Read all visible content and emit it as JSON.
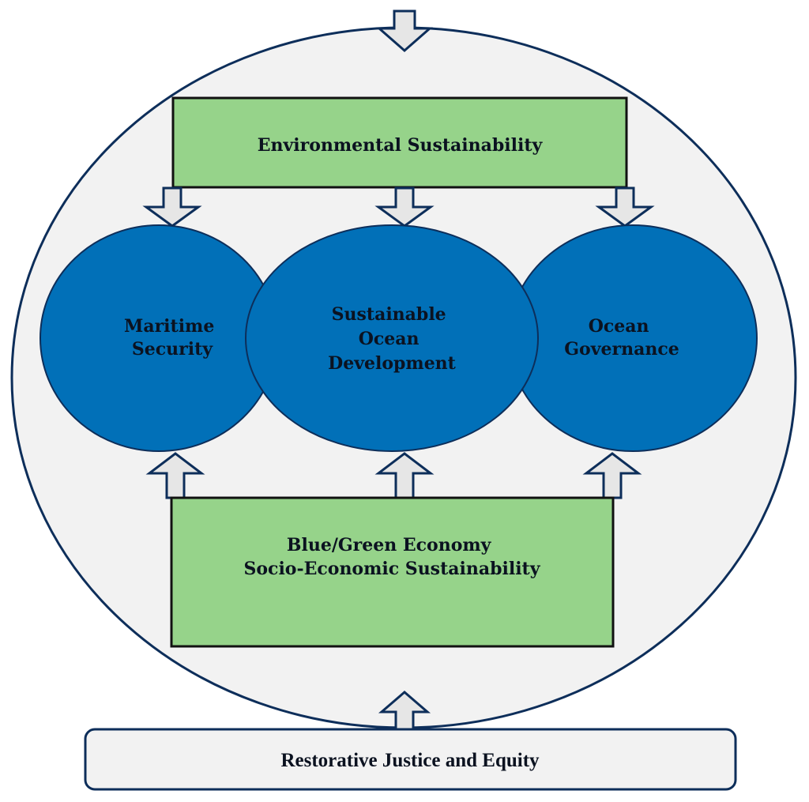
{
  "colors": {
    "outer_circle_fill": "#f2f2f2",
    "outer_circle_stroke": "#0d2e5a",
    "green_box_fill": "#96d38a",
    "green_box_stroke": "#111111",
    "ellipse_fill": "#0170b8",
    "ellipse_stroke": "#0d2e5a",
    "arrow_fill": "#e6e6e6",
    "arrow_stroke": "#0d2e5a",
    "base_box_fill": "#f2f2f2",
    "base_box_stroke": "#0d2e5a"
  },
  "diagram": {
    "top_box": {
      "label": "Environmental Sustainability"
    },
    "pillars": [
      {
        "lines": [
          "Maritime",
          "Security"
        ]
      },
      {
        "lines": [
          "Sustainable",
          "Ocean",
          "Development"
        ]
      },
      {
        "lines": [
          "Ocean",
          "Governance"
        ]
      }
    ],
    "bottom_box": {
      "lines": [
        "Blue/Green Economy",
        "Socio-Economic Sustainability"
      ]
    },
    "foundation": {
      "label": "Restorative Justice and Equity"
    },
    "arrows": {
      "top_entry": "down-arrow",
      "top_box_to_pillars": [
        "down-arrow",
        "down-arrow",
        "down-arrow"
      ],
      "bottom_box_to_pillars": [
        "up-arrow",
        "up-arrow",
        "up-arrow"
      ],
      "foundation_to_circle": "up-arrow"
    }
  }
}
